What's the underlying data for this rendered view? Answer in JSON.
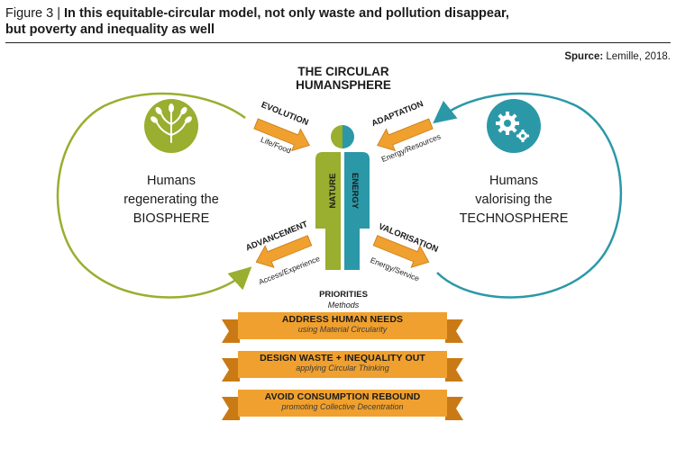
{
  "figure": {
    "label": "Figure 3 |",
    "title_line1": "In this equitable-circular model, not only waste and pollution disappear,",
    "title_line2": "but poverty and inequality as well"
  },
  "source": {
    "label": "Spurce:",
    "text": "Lemille, 2018."
  },
  "diagram": {
    "heading_line1": "THE CIRCULAR",
    "heading_line2": "HUMANSPHERE",
    "left": {
      "line1": "Humans",
      "line2": "regenerating the",
      "line3": "BIOSPHERE",
      "icon": "tree-icon"
    },
    "right": {
      "line1": "Humans",
      "line2": "valorising the",
      "line3": "TECHNOSPHERE",
      "icon": "gears-icon"
    },
    "figure_labels": {
      "left": "NATURE",
      "right": "ENERGY"
    },
    "arrows": {
      "evolution": {
        "title": "EVOLUTION",
        "sub": "Life/Food"
      },
      "adaptation": {
        "title": "ADAPTATION",
        "sub": "Energy/Resources"
      },
      "advancement": {
        "title": "ADVANCEMENT",
        "sub": "Access/Experience"
      },
      "valorisation": {
        "title": "VALORISATION",
        "sub": "Energy/Service"
      }
    },
    "priorities": {
      "title": "PRIORITIES",
      "subtitle": "Methods"
    },
    "ribbons": [
      {
        "main": "ADDRESS HUMAN NEEDS",
        "sub": "using Material Circularity"
      },
      {
        "main": "DESIGN WASTE + INEQUALITY OUT",
        "sub": "applying Circular Thinking"
      },
      {
        "main": "AVOID CONSUMPTION REBOUND",
        "sub": "promoting Collective Decentration"
      }
    ],
    "colors": {
      "green": "#9aae2f",
      "teal": "#2b98a8",
      "orange": "#f0a02e",
      "dark_orange": "#c97a15"
    }
  }
}
